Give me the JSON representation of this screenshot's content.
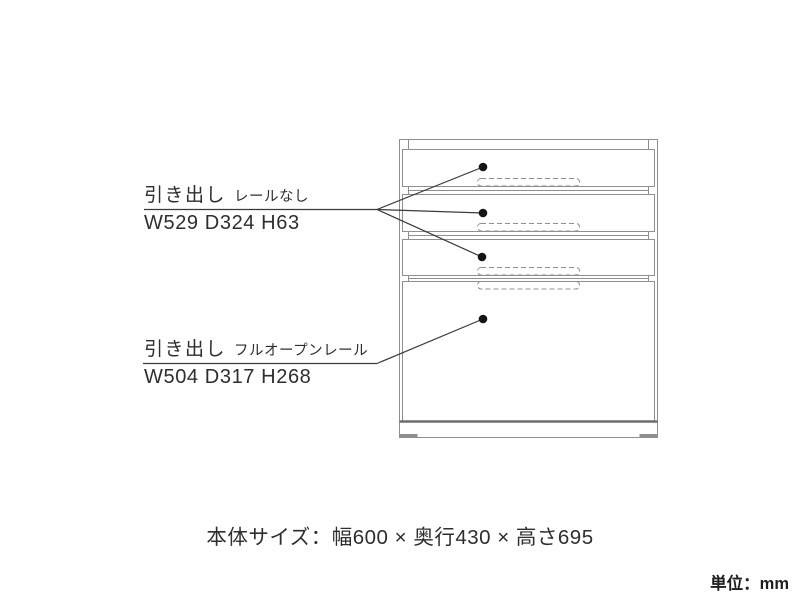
{
  "page": {
    "background": "#ffffff",
    "body_size_text": "本体サイズ：幅600 × 奥行430 × 高さ695",
    "unit_note": "単位：mm"
  },
  "annotations": {
    "small_drawers": {
      "title": "引き出し",
      "rail_type": "レールなし",
      "dimensions": "W529 D324 H63"
    },
    "large_drawer": {
      "title": "引き出し",
      "rail_type": "フルオープンレール",
      "dimensions": "W504 D317 H268"
    }
  },
  "diagram": {
    "subject": "4-drawer-chest-front-elevation",
    "drawer_count": 4,
    "colors": {
      "outline": "#8f8f8f",
      "base_line": "#6f6f6f",
      "leader_line": "#3a3a3a",
      "marker_dot": "#141414",
      "text": "#2e2e2e"
    }
  }
}
